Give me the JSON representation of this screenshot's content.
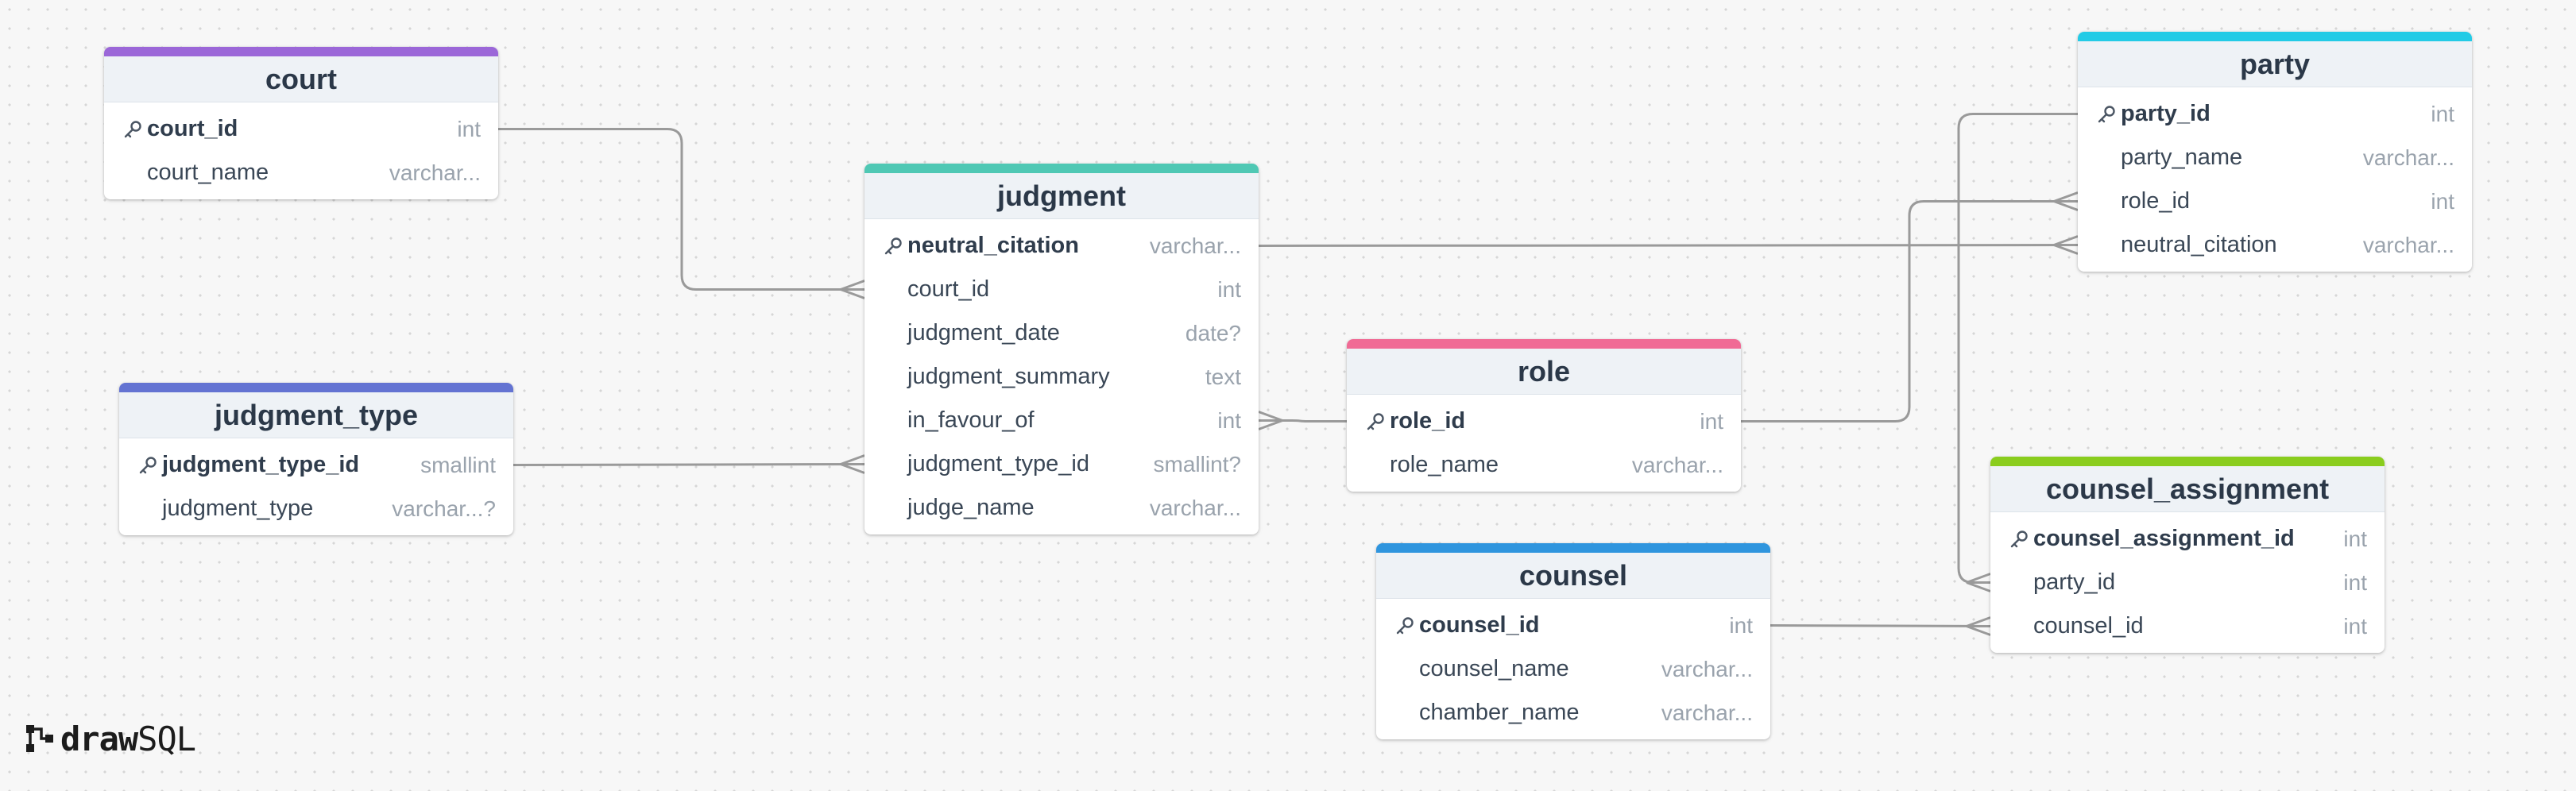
{
  "diagram": {
    "tables": [
      {
        "id": "court",
        "name": "court",
        "color": "#9b67d8",
        "columns": [
          {
            "name": "court_id",
            "type": "int",
            "pk": true
          },
          {
            "name": "court_name",
            "type": "varchar...",
            "pk": false
          }
        ]
      },
      {
        "id": "judgment_type",
        "name": "judgment_type",
        "color": "#6373d2",
        "columns": [
          {
            "name": "judgment_type_id",
            "type": "smallint",
            "pk": true
          },
          {
            "name": "judgment_type",
            "type": "varchar...?",
            "pk": false
          }
        ]
      },
      {
        "id": "judgment",
        "name": "judgment",
        "color": "#4fc8b4",
        "columns": [
          {
            "name": "neutral_citation",
            "type": "varchar...",
            "pk": true
          },
          {
            "name": "court_id",
            "type": "int",
            "pk": false
          },
          {
            "name": "judgment_date",
            "type": "date?",
            "pk": false
          },
          {
            "name": "judgment_summary",
            "type": "text",
            "pk": false
          },
          {
            "name": "in_favour_of",
            "type": "int",
            "pk": false
          },
          {
            "name": "judgment_type_id",
            "type": "smallint?",
            "pk": false
          },
          {
            "name": "judge_name",
            "type": "varchar...",
            "pk": false
          }
        ]
      },
      {
        "id": "role",
        "name": "role",
        "color": "#f06b95",
        "columns": [
          {
            "name": "role_id",
            "type": "int",
            "pk": true
          },
          {
            "name": "role_name",
            "type": "varchar...",
            "pk": false
          }
        ]
      },
      {
        "id": "counsel",
        "name": "counsel",
        "color": "#2f95de",
        "columns": [
          {
            "name": "counsel_id",
            "type": "int",
            "pk": true
          },
          {
            "name": "counsel_name",
            "type": "varchar...",
            "pk": false
          },
          {
            "name": "chamber_name",
            "type": "varchar...",
            "pk": false
          }
        ]
      },
      {
        "id": "party",
        "name": "party",
        "color": "#23cbe6",
        "columns": [
          {
            "name": "party_id",
            "type": "int",
            "pk": true
          },
          {
            "name": "party_name",
            "type": "varchar...",
            "pk": false
          },
          {
            "name": "role_id",
            "type": "int",
            "pk": false
          },
          {
            "name": "neutral_citation",
            "type": "varchar...",
            "pk": false
          }
        ]
      },
      {
        "id": "counsel_assignment",
        "name": "counsel_assignment",
        "color": "#8acd1e",
        "columns": [
          {
            "name": "counsel_assignment_id",
            "type": "int",
            "pk": true
          },
          {
            "name": "party_id",
            "type": "int",
            "pk": false
          },
          {
            "name": "counsel_id",
            "type": "int",
            "pk": false
          }
        ]
      }
    ],
    "relationships": [
      {
        "from_table": "court",
        "from_column": "court_id",
        "to_table": "judgment",
        "to_column": "court_id"
      },
      {
        "from_table": "judgment_type",
        "from_column": "judgment_type_id",
        "to_table": "judgment",
        "to_column": "judgment_type_id"
      },
      {
        "from_table": "judgment",
        "from_column": "neutral_citation",
        "to_table": "party",
        "to_column": "neutral_citation"
      },
      {
        "from_table": "role",
        "from_column": "role_id",
        "to_table": "party",
        "to_column": "role_id"
      },
      {
        "from_table": "role",
        "from_column": "role_id",
        "to_table": "judgment",
        "to_column": "in_favour_of"
      },
      {
        "from_table": "party",
        "from_column": "party_id",
        "to_table": "counsel_assignment",
        "to_column": "party_id"
      },
      {
        "from_table": "counsel",
        "from_column": "counsel_id",
        "to_table": "counsel_assignment",
        "to_column": "counsel_id"
      }
    ],
    "line_color": "#9a9a9a",
    "key_icon": "key-icon"
  },
  "logo": {
    "text_bold": "draw",
    "text_regular": "SQL",
    "icon": "drawsql-logo-icon"
  }
}
